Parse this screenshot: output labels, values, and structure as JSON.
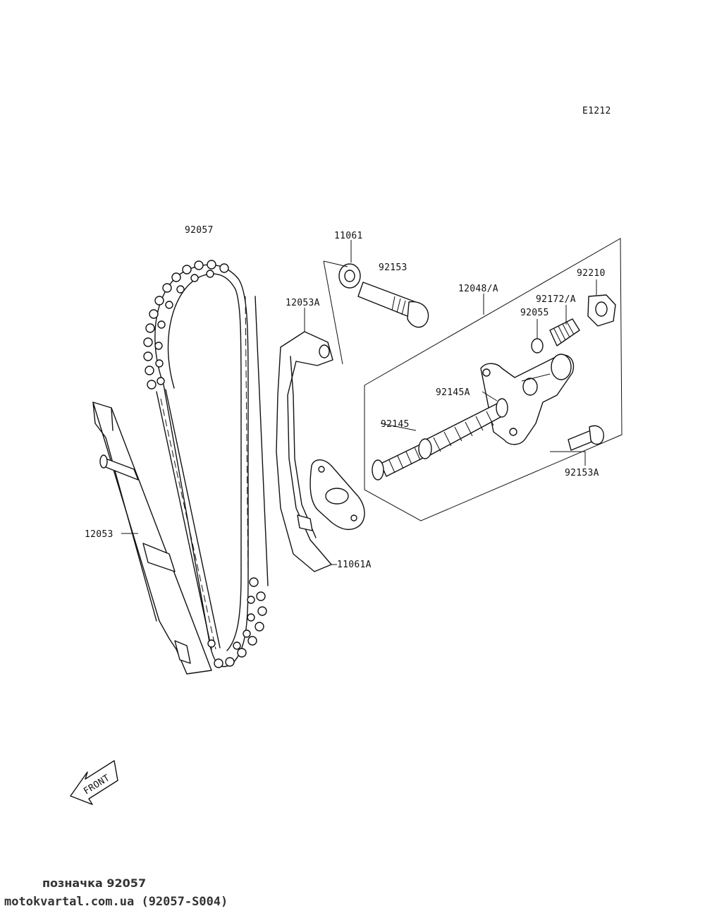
{
  "diagram_code": "E1212",
  "labels": {
    "p92057": "92057",
    "p11061": "11061",
    "p92153": "92153",
    "p12048A": "12048/A",
    "p92210": "92210",
    "p12053A": "12053A",
    "p92172A": "92172/A",
    "p92055": "92055",
    "p92145A": "92145A",
    "p92145": "92145",
    "p92153A": "92153A",
    "p12053": "12053",
    "p11061A": "11061A"
  },
  "front_arrow_label": "FRONT",
  "footer": {
    "caption": "позначка 92057",
    "source": "motokvartal.com.ua (92057-S004)"
  }
}
